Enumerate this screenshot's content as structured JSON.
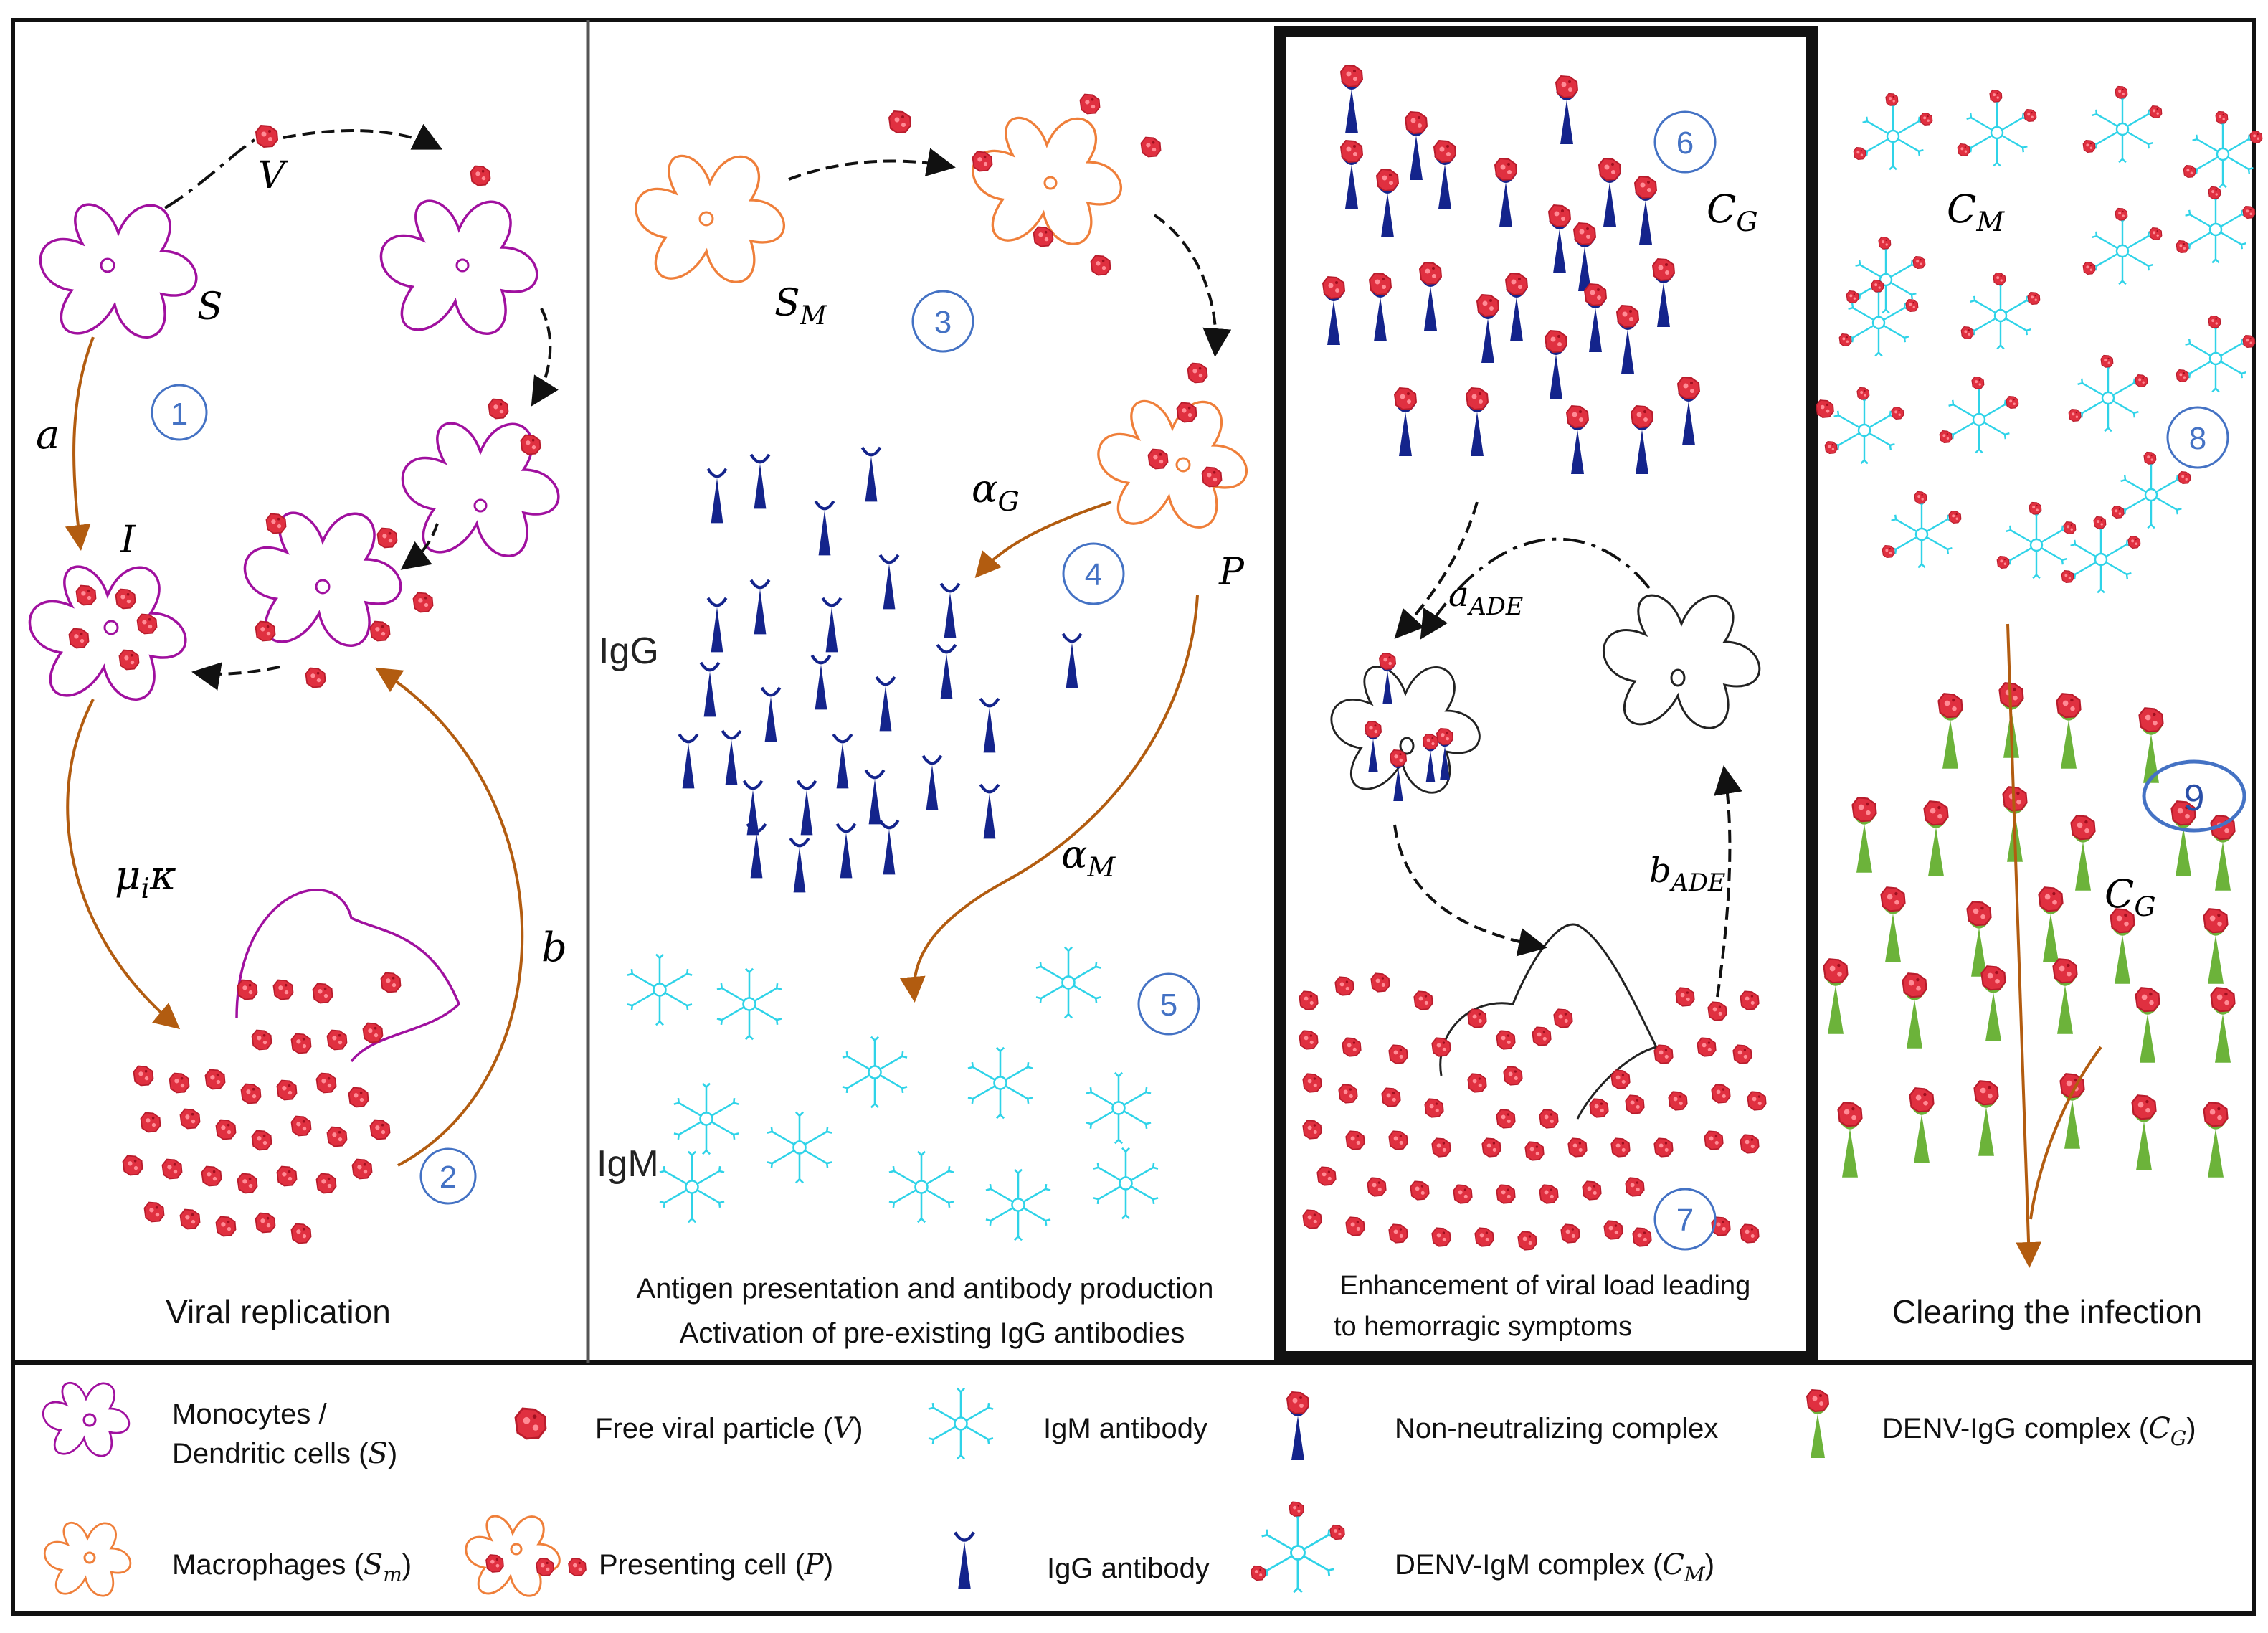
{
  "colors": {
    "magenta": "#a0109f",
    "orange": "#ef7f3a",
    "virus": "#e03040",
    "navy": "#14248c",
    "cyan": "#2fd3e8",
    "green": "#6cb33a",
    "brown": "#b25c10",
    "circleBlue": "#4472c4",
    "black": "#111111"
  },
  "panels": [
    {
      "caption": "Viral replication"
    },
    {
      "caption_line1": "Antigen presentation and antibody production",
      "caption_line2": "Activation of pre-existing IgG antibodies"
    },
    {
      "caption_line1": "Enhancement of viral load leading",
      "caption_line2": "to hemorragic symptoms"
    },
    {
      "caption": "Clearing the infection"
    }
  ],
  "steps": [
    "1",
    "2",
    "3",
    "4",
    "5",
    "6",
    "7",
    "8",
    "9"
  ],
  "symbols": {
    "V": "V",
    "S": "S",
    "a": "a",
    "I": "I",
    "mu": "μ",
    "mu_sub": "i",
    "kappa": "κ",
    "b": "b",
    "SM": "S",
    "SM_sub": "M",
    "alphaG": "α",
    "alphaG_sub": "G",
    "P": "P",
    "alphaM": "α",
    "alphaM_sub": "M",
    "IgG": "IgG",
    "IgM": "IgM",
    "CG": "C",
    "CG_sub": "G",
    "aADE": "a",
    "aADE_sub": "ADE",
    "bADE": "b",
    "bADE_sub": "ADE",
    "CM": "C",
    "CM_sub": "M",
    "CG2": "C",
    "CG2_sub": "G"
  },
  "legend": {
    "monocytes_line1": "Monocytes /",
    "monocytes_line2": "Dendritic cells (",
    "monocytes_sym": "S",
    "free_virus": "Free viral particle (",
    "free_virus_sym": "V",
    "igm": "IgM antibody",
    "non_neutralizing": "Non-neutralizing complex",
    "denv_igg": "DENV-IgG complex (",
    "denv_igg_sym": "C",
    "denv_igg_sub": "G",
    "macrophages": "Macrophages (",
    "macrophages_sym": "S",
    "macrophages_sub": "m",
    "presenting": "Presenting cell (",
    "presenting_sym": "P",
    "igg": "IgG antibody",
    "denv_igm": "DENV-IgM complex (",
    "denv_igm_sym": "C",
    "denv_igm_sub": "M",
    "close_paren": ")"
  }
}
